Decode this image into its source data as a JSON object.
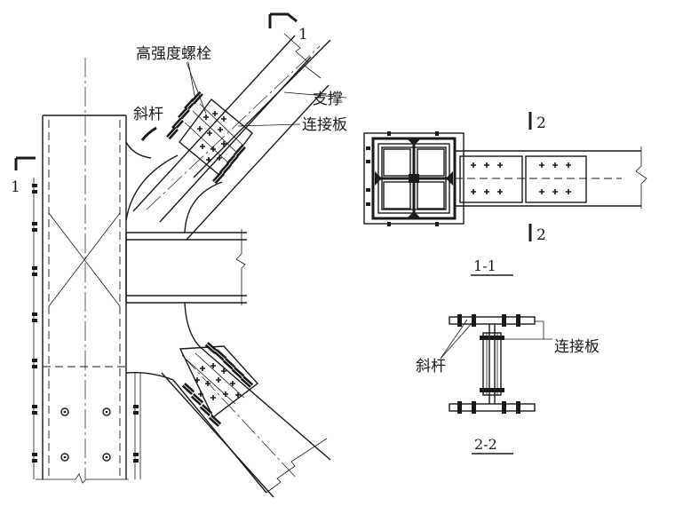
{
  "labels": {
    "bolt": "高强度螺栓",
    "diagonal_top": "斜杆",
    "brace": "支撑",
    "plate_top": "连接板",
    "plate_section": "连接板",
    "diagonal_section": "斜杆"
  },
  "section_marks": {
    "cut1_top": "1",
    "cut1_left": "1",
    "cut2_top": "2",
    "cut2_bottom": "2"
  },
  "section_titles": {
    "s11": "1-1",
    "s22": "2-2"
  }
}
